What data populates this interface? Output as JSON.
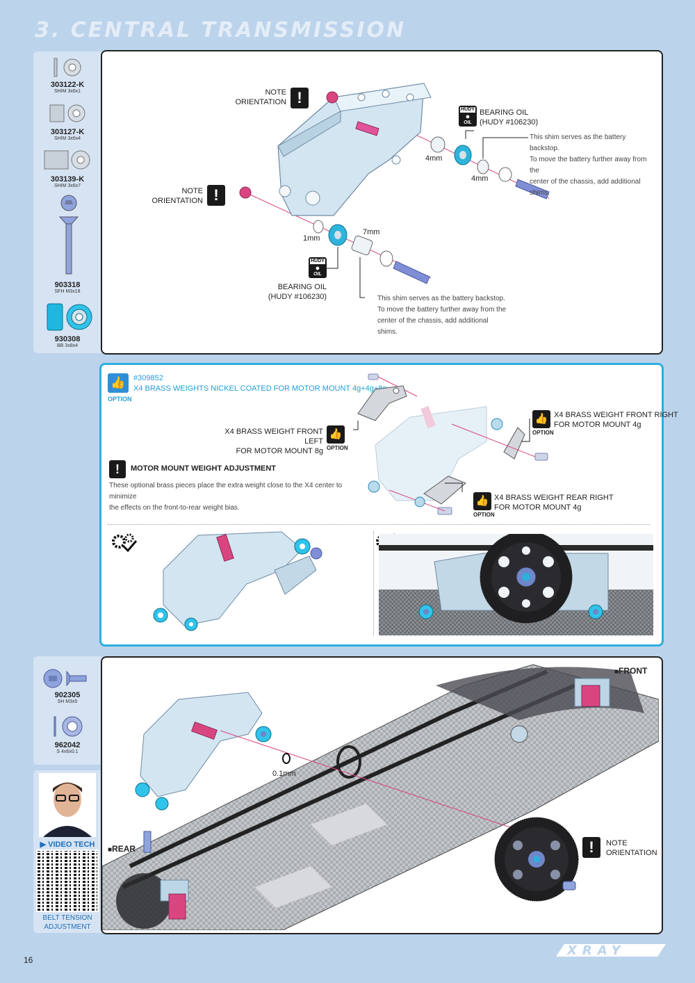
{
  "page": {
    "title": "3. CENTRAL TRANSMISSION",
    "page_number": "16",
    "brand": "XRAY"
  },
  "parts_top": [
    {
      "code": "303122-K",
      "desc": "SHIM 3x6x1"
    },
    {
      "code": "303127-K",
      "desc": "SHIM 3x6x4"
    },
    {
      "code": "303139-K",
      "desc": "SHIM 3x6x7"
    },
    {
      "code": "903318",
      "desc": "SFH M3x18"
    },
    {
      "code": "930308",
      "desc": "BB 3x8x4"
    }
  ],
  "step1": {
    "note_top": {
      "line1": "NOTE",
      "line2": "ORIENTATION"
    },
    "note_left": {
      "line1": "NOTE",
      "line2": "ORIENTATION"
    },
    "bearing_oil_top": {
      "line1": "BEARING OIL",
      "line2": "(HUDY #106230)"
    },
    "bearing_oil_bottom": {
      "line1": "BEARING OIL",
      "line2": "(HUDY #106230)"
    },
    "hudy_badge": {
      "top": "HUDY",
      "bottom": "OIL"
    },
    "dim_4mm_a": "4mm",
    "dim_4mm_b": "4mm",
    "dim_1mm": "1mm",
    "dim_7mm": "7mm",
    "shim_text_top": [
      "This shim serves as the battery backstop.",
      "To move the battery further away from the",
      "center of the chassis, add additional shims."
    ],
    "shim_text_bottom": [
      "This shim serves as the battery backstop.",
      "To move the battery further away from the",
      "center of the chassis, add additional shims."
    ]
  },
  "option": {
    "part_number": "#309852",
    "title": "X4 BRASS WEIGHTS NICKEL COATED FOR MOTOR MOUNT 4g+4g+8g",
    "tag": "OPTION",
    "front_left": {
      "line1": "X4 BRASS WEIGHT FRONT LEFT",
      "line2": "FOR MOTOR MOUNT 8g"
    },
    "front_right": {
      "line1": "X4 BRASS WEIGHT FRONT RIGHT",
      "line2": "FOR MOTOR MOUNT 4g"
    },
    "rear_right": {
      "line1": "X4 BRASS WEIGHT REAR RIGHT",
      "line2": "FOR MOTOR MOUNT 4g"
    },
    "weight_heading": "MOTOR MOUNT WEIGHT ADJUSTMENT",
    "weight_text": [
      "These optional brass pieces place the extra weight close to the X4 center to minimize",
      "the effects on the front-to-rear weight bias."
    ]
  },
  "parts_bottom": [
    {
      "code": "902305",
      "desc": "SH M3x5"
    },
    {
      "code": "962042",
      "desc": "S 4x6x0.1"
    }
  ],
  "video": {
    "label": "VIDEO TECH TIP",
    "caption_line1": "BELT TENSION",
    "caption_line2": "ADJUSTMENT"
  },
  "step2": {
    "front_label": "FRONT",
    "rear_label": "REAR",
    "dim_01mm": "0.1mm",
    "note": {
      "line1": "NOTE",
      "line2": "ORIENTATION"
    }
  },
  "colors": {
    "page_bg": "#bcd3ec",
    "accent_cyan": "#2eaedc",
    "part_blue": "#6f86c9",
    "pink": "#d9467f",
    "alu": "#cfe1ee"
  }
}
